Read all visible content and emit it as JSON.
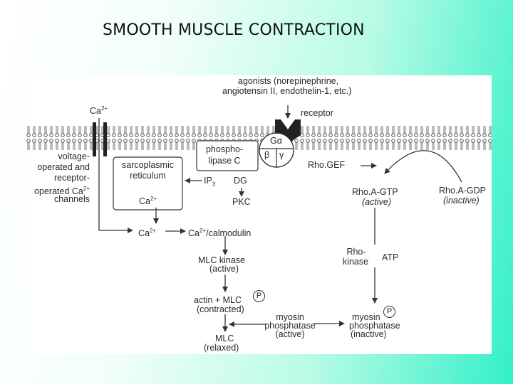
{
  "slide": {
    "title": "SMOOTH MUSCLE CONTRACTION"
  },
  "diagram": {
    "agonists_line1": "agonists (norepinephrine,",
    "agonists_line2": "angiotensin II, endothelin-1, etc.)",
    "ca_top": "Ca",
    "ca_sup": "2+",
    "receptor": "receptor",
    "voltage_l1": "voltage-",
    "voltage_l2": "operated and",
    "voltage_l3": "receptor-",
    "voltage_l4": "operated Ca",
    "voltage_l5": "channels",
    "g_alpha": "Gα",
    "g_beta": "β",
    "g_gamma": "γ",
    "plc_l1": "phospho-",
    "plc_l2": "lipase C",
    "sr_l1": "sarcoplasmic",
    "sr_l2": "reticulum",
    "sr_ca": "Ca",
    "ip3": "IP",
    "ip3_sub": "3",
    "dg": "DG",
    "pkc": "PKC",
    "rhogef": "Rho.GEF",
    "rhoa_gtp": "Rho.A-GTP",
    "active": "(active)",
    "rhoa_gdp": "Rho.A-GDP",
    "inactive": "(inactive)",
    "ca_mid": "Ca",
    "ca_calmodulin": "/calmodulin",
    "mlck_l1": "MLC kinase",
    "mlck_l2": "(active)",
    "rho_kinase_l1": "Rho-",
    "rho_kinase_l2": "kinase",
    "atp": "ATP",
    "actin_mlc": "actin + MLC",
    "contracted": "(contracted)",
    "phos_badge": "P",
    "mp_active_l1": "myosin",
    "mp_active_l2": "phosphatase",
    "mp_active_l3": "(active)",
    "mp_inactive_l1": "myosin",
    "mp_inactive_l2": "phosphatase",
    "mp_inactive_l3": "(inactive)",
    "mlc": "MLC",
    "relaxed": "(relaxed)"
  }
}
